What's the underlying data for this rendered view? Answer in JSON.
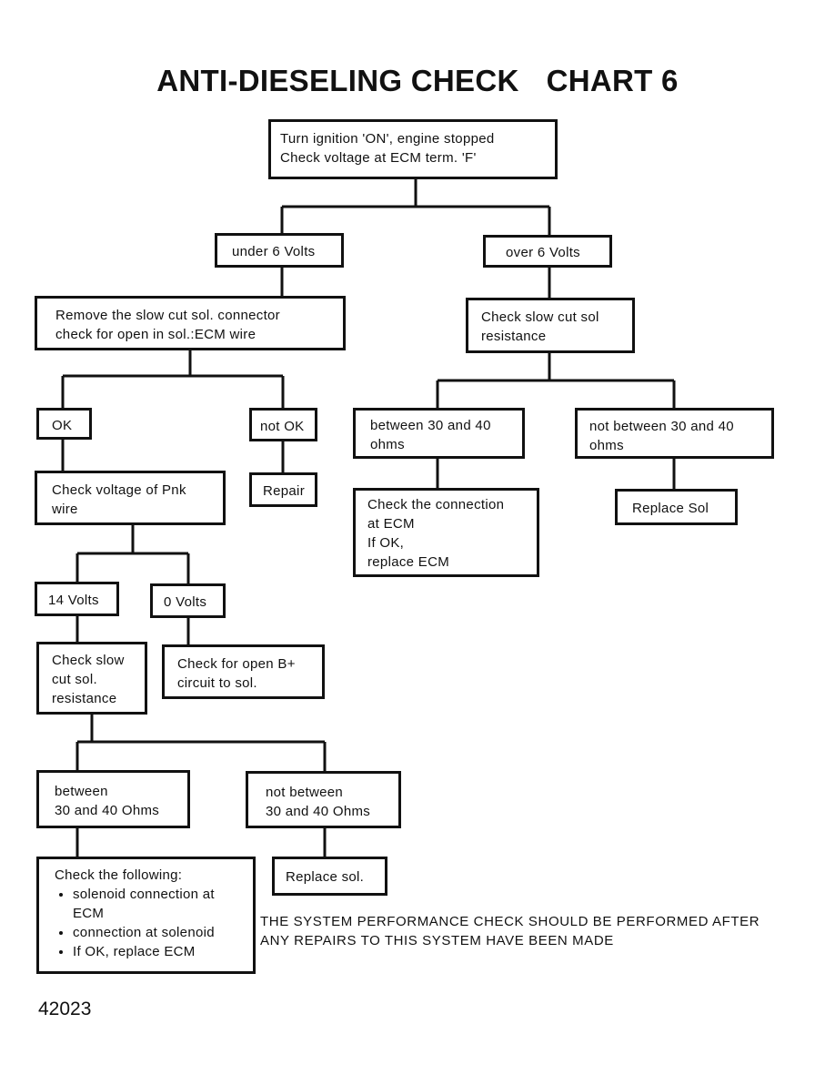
{
  "title": {
    "main": "ANTI-DIESELING CHECK",
    "chart": "CHART 6"
  },
  "boxes": {
    "start": [
      "Turn ignition 'ON', engine stopped",
      "Check voltage at ECM term. 'F'"
    ],
    "under6": [
      "under 6 Volts"
    ],
    "over6": [
      "over 6 Volts"
    ],
    "remove_connector": [
      "Remove the slow cut sol. connector",
      "check for open in sol.:ECM wire"
    ],
    "check_slow_cut_right": [
      "Check slow cut sol",
      "resistance"
    ],
    "ok": [
      "OK"
    ],
    "not_ok": [
      "not OK"
    ],
    "between_right": [
      "between 30 and 40",
      "ohms"
    ],
    "not_between_right": [
      "not between 30 and 40",
      "ohms"
    ],
    "check_pnk": [
      "Check voltage of Pnk",
      "wire"
    ],
    "repair": [
      "Repair"
    ],
    "check_connection_ecm": [
      "Check the connection",
      "at ECM",
      "If OK,",
      "replace ECM"
    ],
    "replace_sol_right": [
      "Replace Sol"
    ],
    "v14": [
      "14 Volts"
    ],
    "v0": [
      "0 Volts"
    ],
    "check_slow_cut_left": [
      "Check slow",
      "cut sol.",
      "resistance"
    ],
    "check_open_b": [
      "Check for open B+",
      "circuit to sol."
    ],
    "between_left": [
      "between",
      "30 and 40 Ohms"
    ],
    "not_between_left": [
      "not between",
      "30 and 40 Ohms"
    ],
    "check_following": {
      "heading": "Check the following:",
      "items": [
        "solenoid connection at ECM",
        "connection at solenoid",
        "If OK, replace ECM"
      ]
    },
    "replace_sol_left": [
      "Replace sol."
    ]
  },
  "note": [
    "THE SYSTEM PERFORMANCE CHECK SHOULD BE PERFORMED AFTER",
    "ANY REPAIRS TO THIS SYSTEM HAVE BEEN MADE"
  ],
  "code": "42023"
}
